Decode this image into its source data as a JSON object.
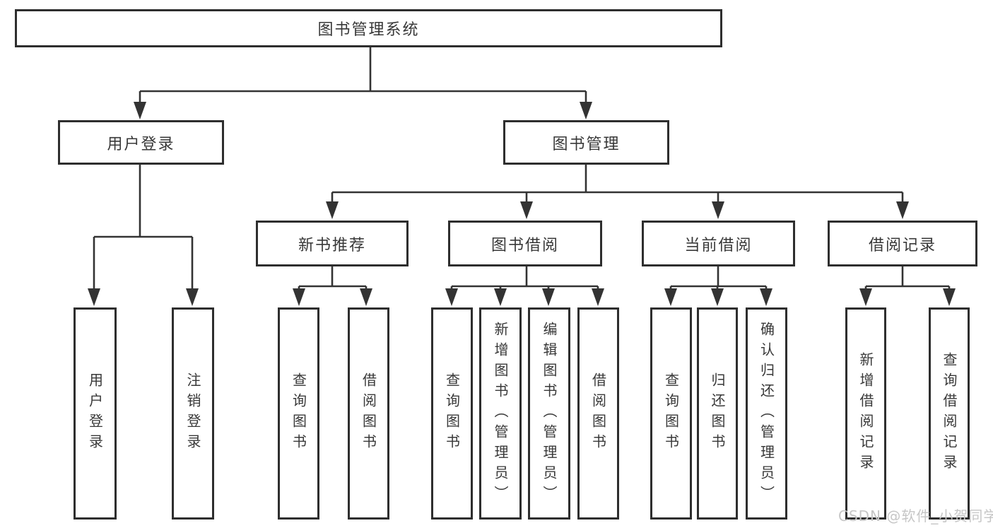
{
  "tree": {
    "root": {
      "label": "图书管理系统",
      "children": [
        {
          "label": "用户登录",
          "children": [
            {
              "label": "用户登录"
            },
            {
              "label": "注销登录"
            }
          ]
        },
        {
          "label": "图书管理",
          "children": [
            {
              "label": "新书推荐",
              "children": [
                {
                  "label": "查询图书"
                },
                {
                  "label": "借阅图书"
                }
              ]
            },
            {
              "label": "图书借阅",
              "children": [
                {
                  "label": "查询图书"
                },
                {
                  "label": "新增图书（管理员）"
                },
                {
                  "label": "编辑图书（管理员）"
                },
                {
                  "label": "借阅图书"
                }
              ]
            },
            {
              "label": "当前借阅",
              "children": [
                {
                  "label": "查询图书"
                },
                {
                  "label": "归还图书"
                },
                {
                  "label": "确认归还（管理员）"
                }
              ]
            },
            {
              "label": "借阅记录",
              "children": [
                {
                  "label": "新增借阅记录"
                },
                {
                  "label": "查询借阅记录"
                }
              ]
            }
          ]
        }
      ]
    }
  },
  "watermark": {
    "text": "CSDN @软件_小贺同学"
  },
  "colors": {
    "line": "#333333",
    "border": "#2e2e2e",
    "text": "#383838",
    "watermark": "#c6c6c6",
    "background": "#ffffff"
  }
}
